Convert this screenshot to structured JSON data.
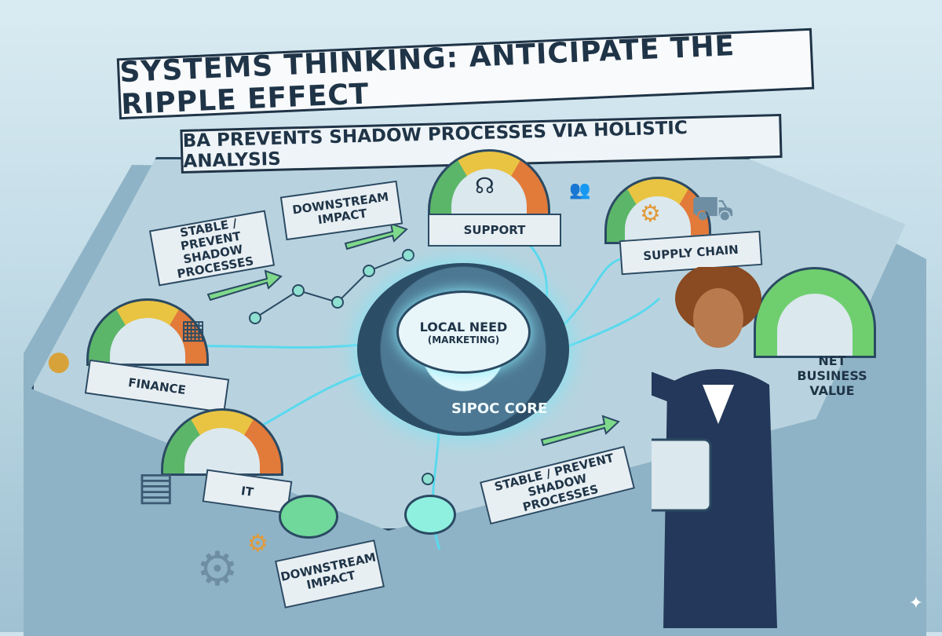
{
  "title": "SYSTEMS THINKING: ANTICIPATE THE RIPPLE EFFECT",
  "subtitle": "BA PREVENTS SHADOW PROCESSES VIA HOLISTIC ANALYSIS",
  "labels": {
    "stable_top": "STABLE / PREVENT SHADOW PROCESSES",
    "downstream_top": "DOWNSTREAM IMPACT",
    "support": "SUPPORT",
    "supply_chain": "SUPPLY CHAIN",
    "finance": "FINANCE",
    "it": "IT",
    "local_need": "LOCAL NEED",
    "local_need_sub": "(MARKETING)",
    "sipoc_core": "SIPOC CORE",
    "net_business_value": "NET BUSINESS VALUE",
    "downstream_bottom": "DOWNSTREAM IMPACT",
    "stable_bottom": "STABLE / PREVENT SHADOW PROCESSES"
  },
  "colors": {
    "navy": "#1f3447",
    "glow": "#7ee6f5",
    "green": "#5cb66a",
    "yellow": "#e9c443",
    "orange": "#e27a3a"
  }
}
